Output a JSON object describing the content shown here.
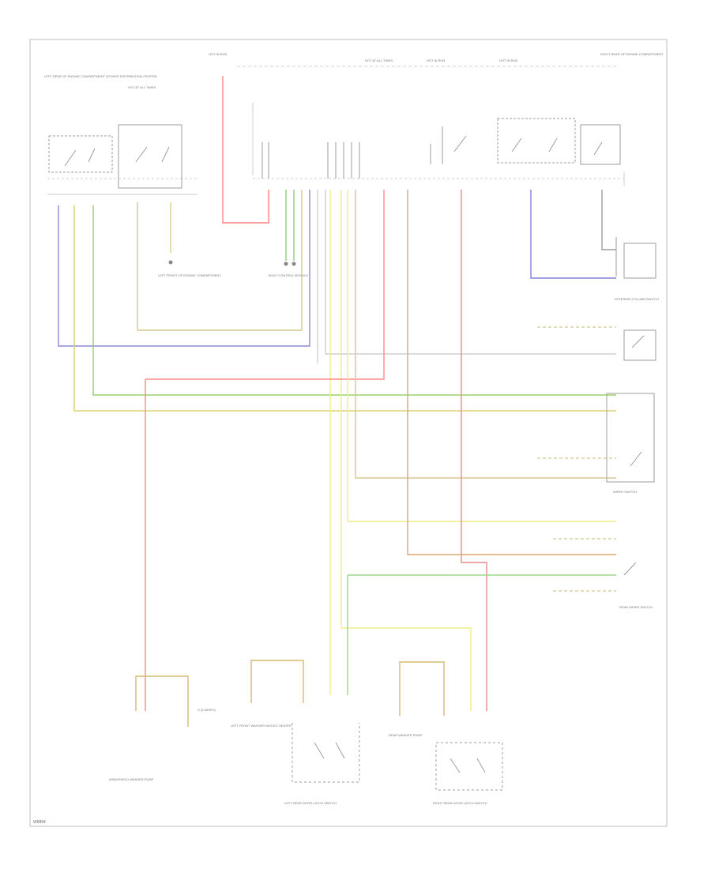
{
  "diagram": {
    "footer_code": "W6894",
    "tags": {
      "top_left_fuse": "HOT AT ALL TIMES",
      "top_fuse_1": "HOT IN RUN",
      "top_fuse_2": "HOT AT ALL TIMES",
      "top_fuse_3": "HOT IN RUN",
      "top_fuse_4": "HOT IN RUN",
      "top_right": "RIGHT REAR OF ENGINE COMPARTMENT",
      "relay_box_left": "LEFT REAR OF ENGINE COMPARTMENT (POWER DISTRIBUTION CENTER)",
      "ground_1": "LEFT FRONT OF ENGINE COMPARTMENT",
      "module_center": "BODY CONTROL MODULE",
      "switch_top_right": "STEERING COLUMN SWITCH",
      "switch_mid_right": "WIPER SWITCH",
      "switch_bottom_right": "REAR WIPER SWITCH",
      "bottom_1": "WINDSHIELD WASHER PUMP",
      "bottom_2": "LEFT FRONT WASHER NOZZLE HEATER",
      "bottom_3": "LEFT REAR DOOR LATCH SWITCH",
      "bottom_4": "REAR WASHER PUMP",
      "bottom_5": "RIGHT REAR DOOR LATCH SWITCH",
      "splice": "S (4 WIRES)"
    }
  }
}
